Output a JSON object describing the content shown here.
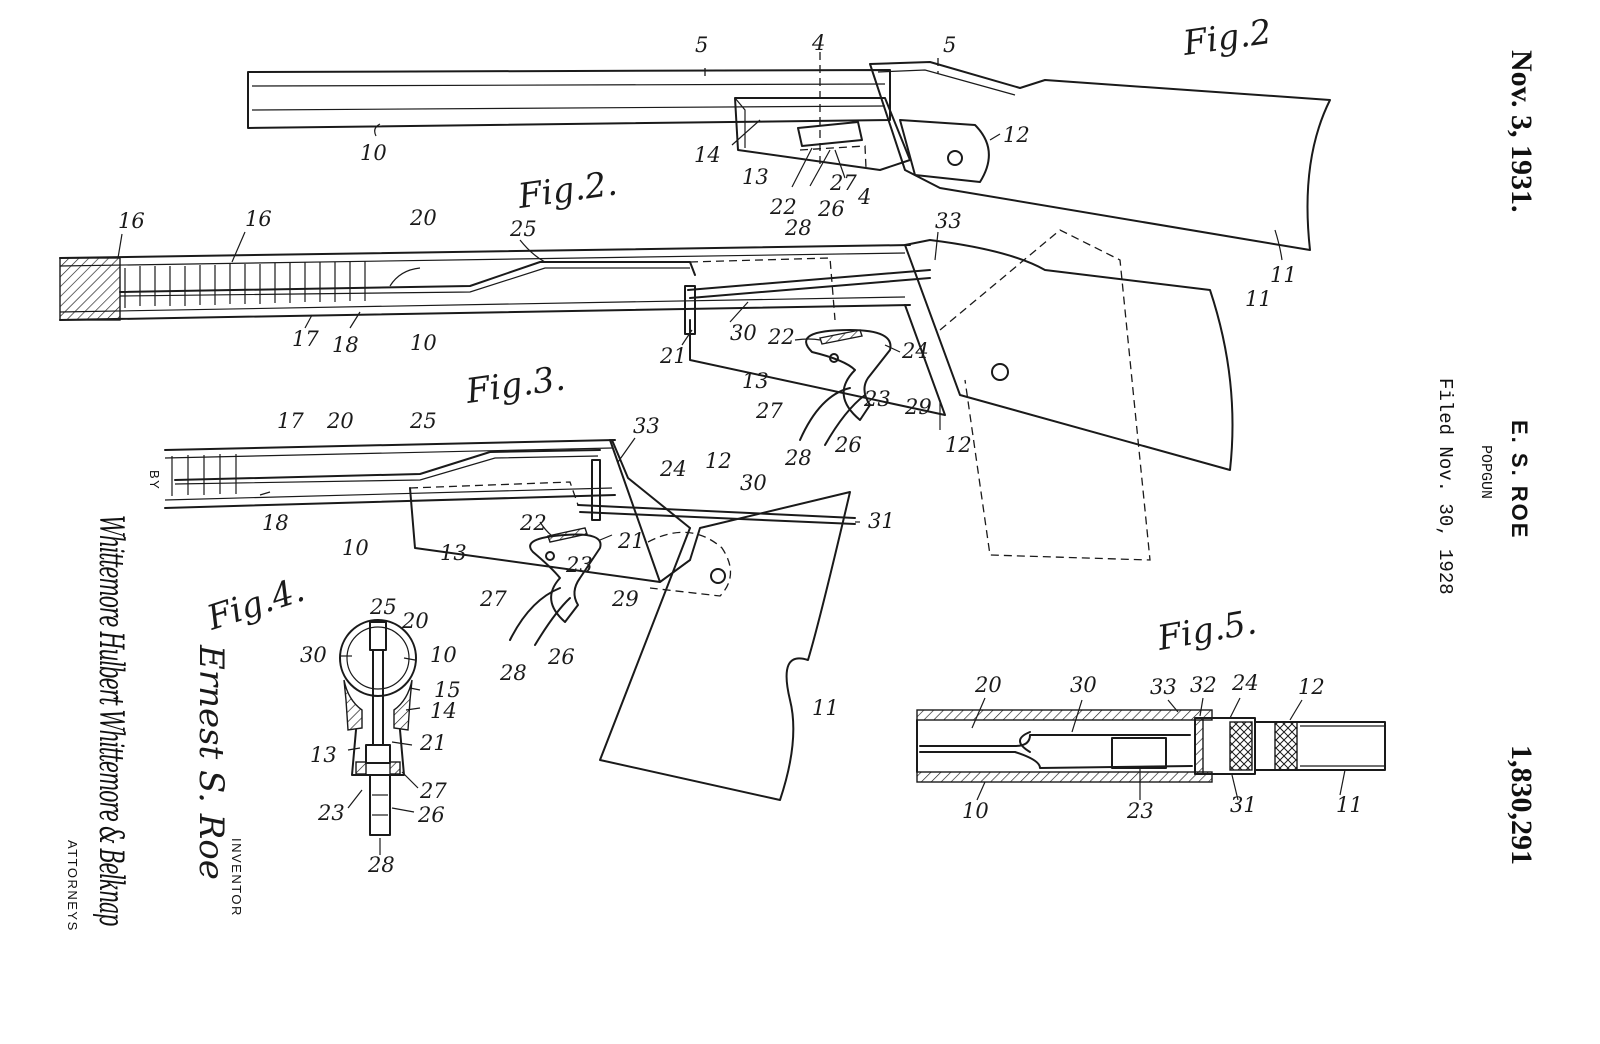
{
  "header": {
    "date": "Nov. 3, 1931.",
    "inventor_short": "E. S. ROE",
    "title": "POPGUN",
    "filed": "Filed Nov. 30, 1928",
    "patent_number": "1,830,291"
  },
  "credits": {
    "inventor_name": "Ernest S. Roe",
    "inventor_label": "INVENTOR",
    "by_label": "BY",
    "attorneys_label": "ATTORNEYS",
    "signature": "Whittemore Hulbert Whittemore & Belknap"
  },
  "figures": {
    "fig2_top": {
      "label": "Fig.2",
      "refs": {
        "r5a": "5",
        "r4a": "4",
        "r5b": "5",
        "r12": "12",
        "r10": "10",
        "r14": "14",
        "r13": "13",
        "r22": "22",
        "r27": "27",
        "r4b": "4",
        "r26": "26",
        "r28": "28",
        "r11": "11"
      }
    },
    "fig2_main": {
      "label": "Fig.2.",
      "refs": {
        "r16a": "16",
        "r16b": "16",
        "r20": "20",
        "r25": "25",
        "r33": "33",
        "r17": "17",
        "r18": "18",
        "r10": "10",
        "r21": "21",
        "r30": "30",
        "r22": "22",
        "r24": "24",
        "r13": "13",
        "r27": "27",
        "r23": "23",
        "r29": "29",
        "r28": "28",
        "r26": "26",
        "r12": "12",
        "r11": "11"
      }
    },
    "fig3": {
      "label": "Fig.3.",
      "refs": {
        "r17": "17",
        "r20": "20",
        "r25": "25",
        "r33": "33",
        "r24": "24",
        "r12": "12",
        "r30": "30",
        "r31": "31",
        "r18": "18",
        "r10": "10",
        "r22": "22",
        "r13": "13",
        "r21": "21",
        "r23": "23",
        "r29": "29",
        "r27": "27",
        "r28": "28",
        "r26": "26",
        "r11": "11"
      }
    },
    "fig4": {
      "label": "Fig.4.",
      "refs": {
        "r25": "25",
        "r20": "20",
        "r30": "30",
        "r10": "10",
        "r15": "15",
        "r14": "14",
        "r21": "21",
        "r13": "13",
        "r27": "27",
        "r23": "23",
        "r26": "26",
        "r28": "28"
      }
    },
    "fig5": {
      "label": "Fig.5.",
      "refs": {
        "r20": "20",
        "r30": "30",
        "r33": "33",
        "r32": "32",
        "r24": "24",
        "r12": "12",
        "r10": "10",
        "r23": "23",
        "r31": "31",
        "r11": "11"
      }
    }
  }
}
